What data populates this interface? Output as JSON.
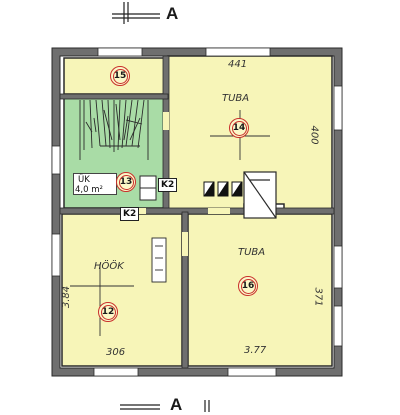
{
  "section_marker": {
    "letter": "A"
  },
  "rooms": [
    {
      "id": "room-15",
      "number": "15"
    },
    {
      "id": "room-14",
      "number": "14",
      "name": "TUBA",
      "width": "441",
      "length": "400"
    },
    {
      "id": "room-13",
      "number": "13",
      "name": "ÜK",
      "area": "4,0 m²"
    },
    {
      "id": "room-12",
      "number": "12",
      "name": "HÖÖK",
      "width": "306",
      "length": "3.84"
    },
    {
      "id": "room-16",
      "number": "16",
      "name": "TUBA",
      "width": "3.77",
      "length": "371"
    }
  ],
  "stoves": {
    "k2_upper": "K2",
    "k2_lower": "K2"
  },
  "colors": {
    "room_fill": "#f7f5b8",
    "stair_fill": "#a9dca6",
    "wall": "#2a2a2a",
    "wall_fill": "#6f6f6f",
    "circle_stroke": "#c9302c"
  }
}
